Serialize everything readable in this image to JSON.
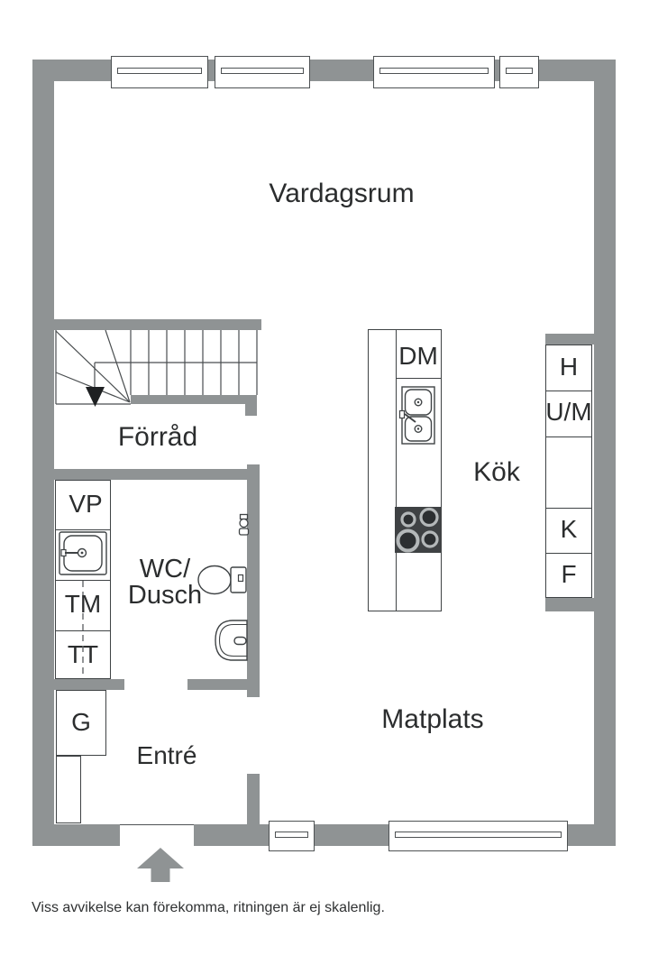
{
  "plan": {
    "rooms": {
      "living": "Vardagsrum",
      "storage": "Förråd",
      "wc_line1": "WC/",
      "wc_line2": "Dusch",
      "entry": "Entré",
      "kitchen": "Kök",
      "dining": "Matplats"
    },
    "appliances": {
      "vp": "VP",
      "tm": "TM",
      "tt": "TT",
      "g": "G",
      "dm": "DM",
      "h": "H",
      "um": "U/M",
      "k": "K",
      "f": "F"
    },
    "caption": "Viss avvikelse kan förekomma, ritningen är ej skalenlig.",
    "colors": {
      "wall": "#8f9394",
      "line": "#3f4345",
      "stove": "#3f4244",
      "burner_ring": "#b4b8b9",
      "text": "#2b2d2e"
    }
  }
}
